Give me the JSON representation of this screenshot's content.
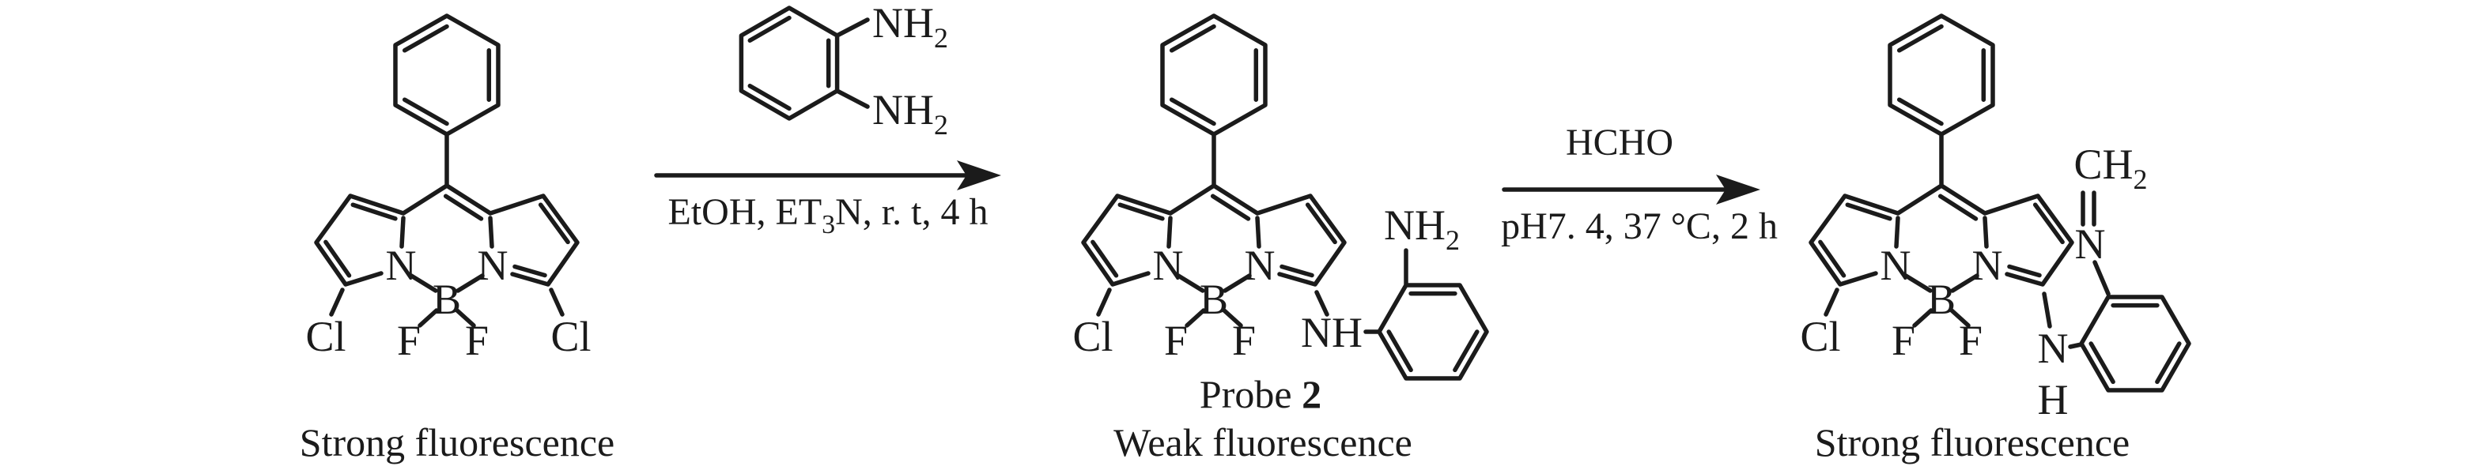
{
  "colors": {
    "ink": "#1b1b1b",
    "background": "#ffffff"
  },
  "captions": {
    "reactant": "Strong fluorescence",
    "probe": "Weak fluorescence",
    "product": "Strong fluorescence",
    "probe_name": "Probe ",
    "probe_number": "2"
  },
  "conditions": {
    "step1_below_pre": "EtOH, ET",
    "step1_below_sub": "3",
    "step1_below_post": "N, r. t, 4 h",
    "step2_above": "HCHO",
    "step2_below": "pH7. 4, 37 °C, 2 h"
  },
  "atoms": {
    "nitrogen": "N",
    "boron": "B",
    "fluorine": "F",
    "chlorine": "Cl",
    "hydrogen": "H",
    "amine_nh": "NH",
    "nh2_main": "NH",
    "nh2_sub": "2",
    "ch2_main": "CH",
    "ch2_sub": "2"
  }
}
